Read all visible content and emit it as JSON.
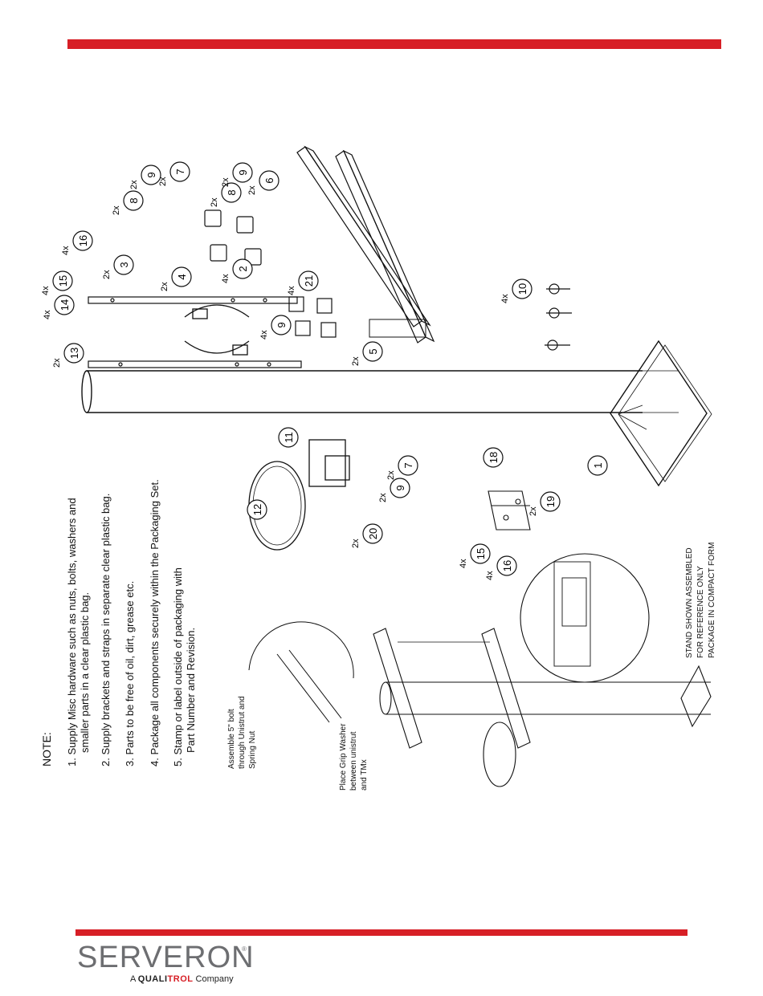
{
  "note": {
    "heading": "NOTE:",
    "items": [
      "1. Supply Misc hardware such as nuts, bolts, washers and",
      "smaller parts in a clear plastic bag.",
      "2. Supply brackets and straps in separate clear plastic bag.",
      "3. Parts to be free of oil, dirt, grease etc.",
      "4. Package all components securely within the Packaging Set.",
      "5. Stamp or label outside of packaging with",
      "Part Number and Revision."
    ]
  },
  "annotations": {
    "bolt_line1": "Assemble 5\" bolt",
    "bolt_line2": "through Unistrut and",
    "bolt_line3": "Spring Nut",
    "washer_line1": "Place Grip Washer",
    "washer_line2": "between unistrut",
    "washer_line3": "and TMx",
    "stand_line1": "STAND SHOWN ASSEMBLED",
    "stand_line2": "FOR REFERENCE ONLY",
    "stand_line3": "PACKAGE IN COMPACT FORM"
  },
  "callouts": [
    {
      "num": "13",
      "qty": "2x"
    },
    {
      "num": "14",
      "qty": "4x"
    },
    {
      "num": "15",
      "qty": "4x"
    },
    {
      "num": "16",
      "qty": "4x"
    },
    {
      "num": "3",
      "qty": "2x"
    },
    {
      "num": "8",
      "qty": "2x"
    },
    {
      "num": "9",
      "qty": "2x"
    },
    {
      "num": "7",
      "qty": "2x"
    },
    {
      "num": "8",
      "qty": "2x"
    },
    {
      "num": "9",
      "qty": "2x"
    },
    {
      "num": "6",
      "qty": "2x"
    },
    {
      "num": "2",
      "qty": "4x"
    },
    {
      "num": "4",
      "qty": "2x"
    },
    {
      "num": "9",
      "qty": "4x"
    },
    {
      "num": "21",
      "qty": "4x"
    },
    {
      "num": "5",
      "qty": "2x"
    },
    {
      "num": "10",
      "qty": "4x"
    },
    {
      "num": "1",
      "qty": ""
    },
    {
      "num": "11",
      "qty": ""
    },
    {
      "num": "12",
      "qty": ""
    },
    {
      "num": "9",
      "qty": "2x"
    },
    {
      "num": "7",
      "qty": "2x"
    },
    {
      "num": "20",
      "qty": "2x"
    },
    {
      "num": "18",
      "qty": ""
    },
    {
      "num": "19",
      "qty": "2x"
    },
    {
      "num": "15",
      "qty": "4x"
    },
    {
      "num": "16",
      "qty": "4x"
    }
  ],
  "footer": {
    "logo_word": "SERVERON",
    "tag_prefix": "A",
    "tag_brand_a": "QUALI",
    "tag_brand_b": "TROL",
    "tag_suffix": "Company",
    "reg": "®"
  },
  "colors": {
    "accent": "#d71f26",
    "logo_gray": "#6d6e71"
  }
}
